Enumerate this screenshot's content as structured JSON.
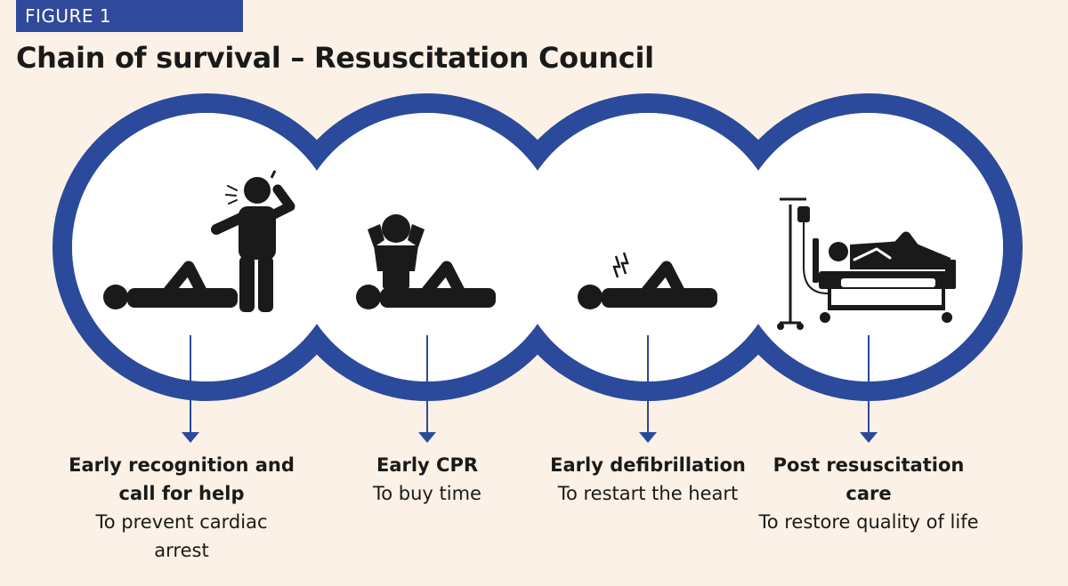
{
  "figure_label": "FIGURE 1",
  "title": "Chain of survival – Resuscitation Council",
  "colors": {
    "ring": "#2b4a9b",
    "tag": "#2f4a9b",
    "background": "#fbf1e6",
    "figure": "#1a1a1a"
  },
  "links": [
    {
      "heading": "Early recognition and call for help",
      "subtitle": "To prevent cardiac arrest",
      "icon": "caller-and-patient-icon"
    },
    {
      "heading": "Early CPR",
      "subtitle": "To buy time",
      "icon": "cpr-icon"
    },
    {
      "heading": "Early defibrillation",
      "subtitle": "To restart the heart",
      "icon": "defibrillation-icon"
    },
    {
      "heading": "Post resuscitation care",
      "subtitle": "To restore quality of life",
      "icon": "hospital-bed-icon"
    }
  ]
}
